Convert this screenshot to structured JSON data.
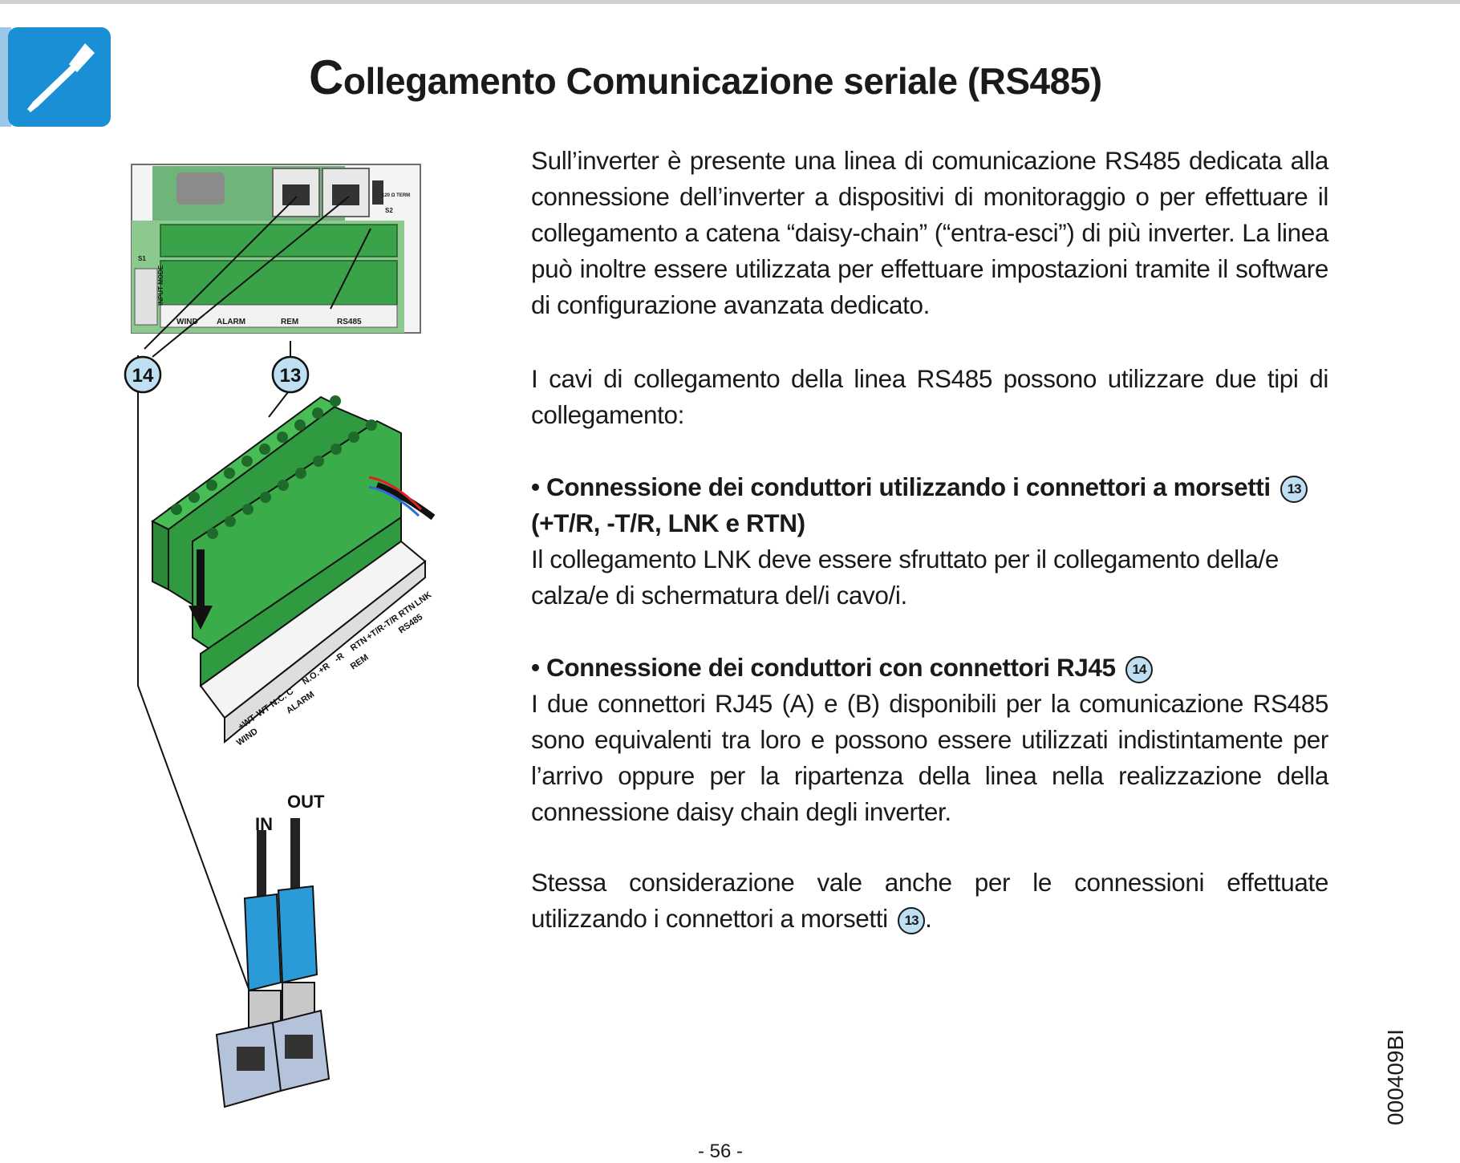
{
  "header": {
    "title_initial": "C",
    "title_rest": "ollegamento Comunicazione seriale (RS485)",
    "badge_icon": "screwdriver-icon"
  },
  "paragraphs": {
    "intro": "Sull’inverter è presente una linea di comunicazione RS485 dedicata alla connessione dell’inverter a dispositivi di monitoraggio o per effettuare il collegamento a catena “daisy-chain” (“entra-esci”)  di più inverter. La linea può inoltre essere utilizzata per effettuare impostazioni tramite il software di configurazione avanzata dedicato.",
    "types": "I cavi di collegamento della linea RS485 possono utilizzare due tipi di collegamento:",
    "terminals_heading": "• Connessione dei conduttori utilizzando i connettori a morsetti",
    "terminals_heading_ref": "13",
    "terminals_heading_tail": "(+T/R, -T/R, LNK e RTN)",
    "terminals_text": "Il collegamento LNK deve essere sfruttato per il collegamento della/e calza/e di schermatura del/i cavo/i.",
    "rj45_heading": "• Connessione dei conduttori con connettori RJ45",
    "rj45_heading_ref": "14",
    "rj45_text": "I due connettori RJ45 (A) e (B) disponibili per la comunicazione RS485 sono equivalenti tra loro e possono essere utilizzati indistintamente per l’arrivo oppure per la ripartenza della linea nella realizzazione della connessione daisy chain degli inverter.",
    "closing_text": "Stessa considerazione vale anche per le connessioni effettuate utilizzando i connettori a morsetti",
    "closing_ref": "13",
    "closing_end": "."
  },
  "illustration": {
    "callout_14": "14",
    "callout_13": "13",
    "board_labels": [
      "INPUT MODE",
      "WIND",
      "ALARM",
      "REM",
      "RS485",
      "120 Ω TERM",
      "S1",
      "S2"
    ],
    "terminal_labels": [
      "+WT",
      "-WT",
      "N.C.",
      "C",
      "N.O.",
      "+R",
      "-R",
      "RTN",
      "+T/R",
      "-T/R",
      "RTN",
      "LNK"
    ],
    "terminal_groups": [
      "WIND",
      "ALARM",
      "REM",
      "RS485"
    ],
    "cable_in": "IN",
    "cable_out": "OUT"
  },
  "footer": {
    "doc_code": "000409BI",
    "page_number": "- 56 -"
  },
  "colors": {
    "badge_blue": "#1a8fd6",
    "terminal_green": "#38b64a",
    "connector_blue": "#2b9bd8",
    "callout_fill": "#bfe0f3"
  }
}
